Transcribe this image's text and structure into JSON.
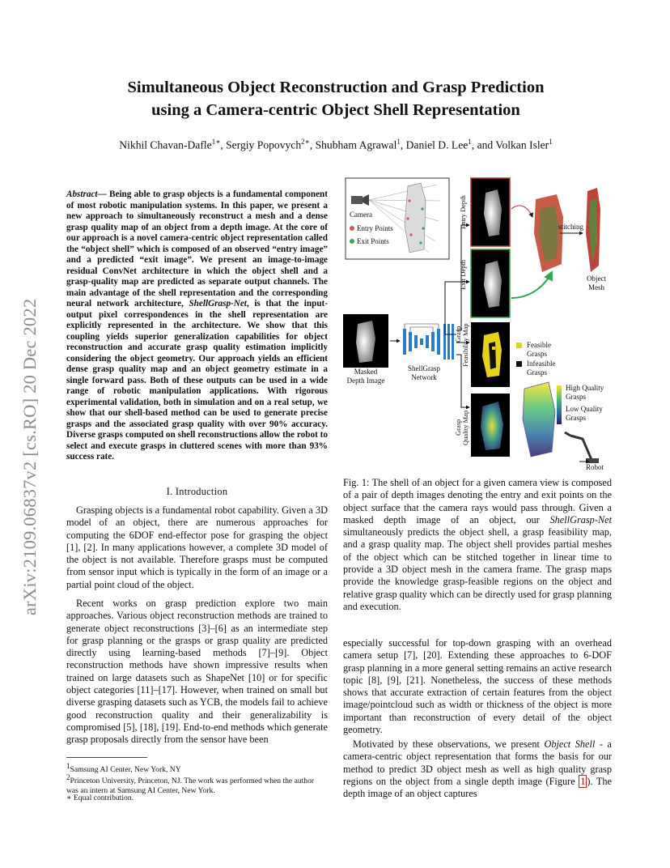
{
  "arxiv_id": "arXiv:2109.06837v2  [cs.RO]  20 Dec 2022",
  "title_line1": "Simultaneous Object Reconstruction and Grasp Prediction",
  "title_line2": "using a Camera-centric Object Shell Representation",
  "authors": {
    "a1": "Nikhil Chavan-Dafle",
    "a1_sup": "1∗",
    "a2": "Sergiy Popovych",
    "a2_sup": "2∗",
    "a3": "Shubham Agrawal",
    "a3_sup": "1",
    "a4": "Daniel D. Lee",
    "a4_sup": "1",
    "a5": "and Volkan Isler",
    "a5_sup": "1"
  },
  "abstract": {
    "label": "Abstract",
    "text_pre": "— Being able to grasp objects is a fundamental component of most robotic manipulation systems. In this paper, we present a new approach to simultaneously reconstruct a mesh and a dense grasp quality map of an object from a depth image. At the core of our approach is a novel camera-centric object representation called the “object shell” which is composed of an observed “entry image” and a predicted “exit image”. We present an image-to-image residual ConvNet architecture in which the object shell and a grasp-quality map are predicted as separate output channels. The main advantage of the shell representation and the corresponding neural network architecture, ",
    "net_name": "ShellGrasp-Net",
    "text_post": ", is that the input-output pixel correspondences in the shell representation are explicitly represented in the architecture. We show that this coupling yields superior generalization capabilities for object reconstruction and accurate grasp quality estimation implicitly considering the object geometry. Our approach yields an efficient dense grasp quality map and an object geometry estimate in a single forward pass. Both of these outputs can be used in a wide range of robotic manipulation applications. With rigorous experimental validation, both in simulation and on a real setup, we show that our shell-based method can be used to generate precise grasps and the associated grasp quality with over 90% accuracy. Diverse grasps computed on shell reconstructions allow the robot to select and execute grasps in cluttered scenes with more than 93% success rate."
  },
  "intro_heading": "I. Introduction",
  "intro_p1": "Grasping objects is a fundamental robot capability. Given a 3D model of an object, there are numerous approaches for computing the 6DOF end-effector pose for grasping the object [1], [2]. In many applications however, a complete 3D model of the object is not available. Therefore grasps must be computed from sensor input which is typically in the form of an image or a partial point cloud of the object.",
  "intro_p2": "Recent works on grasp prediction explore two main approaches. Various object reconstruction methods are trained to generate object reconstructions [3]–[6] as an intermediate step for grasp planning or the grasps or grasp quality are predicted directly using learning-based methods [7]–[9]. Object reconstruction methods have shown impressive results when trained on large datasets such as ShapeNet [10] or for specific object categories [11]–[17]. However, when trained on small but diverse grasping datasets such as YCB, the models fail to achieve good reconstruction quality and their generalizability is compromised [5], [18], [19]. End-to-end methods which generate grasp proposals directly from the sensor have been",
  "footnotes": {
    "f1_sup": "1",
    "f1": "Samsung AI Center, New York, NY",
    "f2_sup": "2",
    "f2": "Princeton University, Princeton, NJ. The work was performed when the author was an intern at Samsung AI Center, New York.",
    "f3": "∗ Equal contribution."
  },
  "figure": {
    "camera": "Camera",
    "entry_points": "Entry Points",
    "exit_points": "Exit Points",
    "entry_depth": "Entry Depth",
    "exit_depth": "Exit Depth",
    "stitching": "stitching",
    "object": "Object",
    "mesh": "Mesh",
    "grasp": "Grasp",
    "feasibility_map": "Feasibility Map",
    "feasible": "Feasible",
    "grasps": "Grasps",
    "infeasible": "Infeasible",
    "shellgrasp": "ShellGrasp",
    "network": "Network",
    "masked": "Masked",
    "depth_image": "Depth Image",
    "quality_map": "Quality Map",
    "high_quality": "High Quality",
    "low_quality": "Low Quality",
    "robot": "Robot",
    "colors": {
      "entry": "#d9534f",
      "exit": "#3aa655",
      "net": "#2b7bd0",
      "feasible": "#e6d21a",
      "frame_red": "#b8352c",
      "frame_green": "#3aa655"
    }
  },
  "caption": {
    "label": "Fig. 1: ",
    "pre": "The shell of an object for a given camera view is composed of a pair of depth images denoting the entry and exit points on the object surface that the camera rays would pass through. Given a masked depth image of an object, our ",
    "net": "ShellGrasp-Net",
    "post": " simultaneously predicts the object shell, a grasp feasibility map, and a grasp quality map. The object shell provides partial meshes of the object which can be stitched together in linear time to provide a 3D object mesh in the camera frame. The grasp maps provide the knowledge grasp-feasible regions on the object and relative grasp quality which can be directly used for grasp planning and execution."
  },
  "right_p1": "especially successful for top-down grasping with an overhead camera setup [7], [20]. Extending these approaches to 6-DOF grasp planning in a more general setting remains an active research topic [8], [9], [21]. Nonetheless, the success of these methods shows that accurate extraction of certain features from the object image/pointcloud such as width or thickness of the object is more important than reconstruction of every detail of the object geometry.",
  "right_p2": {
    "pre": "Motivated by these observations, we present ",
    "term": "Object Shell",
    "mid": " - a camera-centric object representation that forms the basis for our method to predict 3D object mesh as well as high quality grasp regions on the object from a single depth image (Figure ",
    "ref": "1",
    "post": "). The depth image of an object captures"
  }
}
